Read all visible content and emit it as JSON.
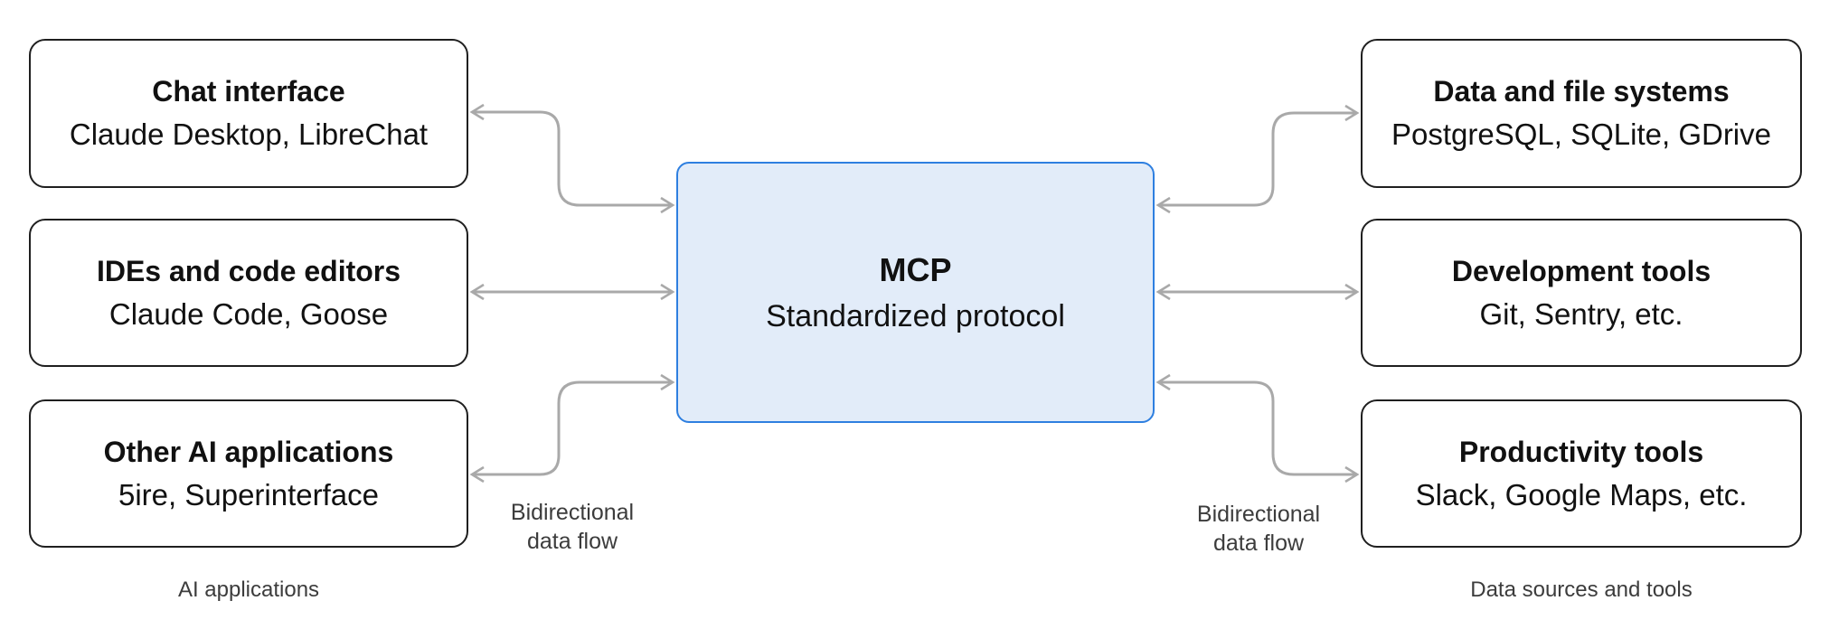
{
  "colors": {
    "canvas-bg": "#ffffff",
    "node-border": "#1f1f1f",
    "node-bg": "#ffffff",
    "node-text": "#111111",
    "center-border": "#2e7fe0",
    "center-bg": "#e2ecf9",
    "arrow": "#a9a9a9",
    "label-text": "#3c3c3c"
  },
  "diagram": {
    "center": {
      "title": "MCP",
      "subtitle": "Standardized protocol"
    },
    "left": {
      "caption": "AI applications",
      "boxes": [
        {
          "title": "Chat interface",
          "subtitle": "Claude Desktop, LibreChat"
        },
        {
          "title": "IDEs and code editors",
          "subtitle": "Claude Code, Goose"
        },
        {
          "title": "Other AI applications",
          "subtitle": "5ire, Superinterface"
        }
      ]
    },
    "right": {
      "caption": "Data sources and tools",
      "boxes": [
        {
          "title": "Data and file systems",
          "subtitle": "PostgreSQL, SQLite, GDrive"
        },
        {
          "title": "Development tools",
          "subtitle": "Git, Sentry, etc."
        },
        {
          "title": "Productivity tools",
          "subtitle": "Slack, Google Maps, etc."
        }
      ]
    },
    "flow_label": {
      "line1": "Bidirectional",
      "line2": "data flow"
    }
  }
}
